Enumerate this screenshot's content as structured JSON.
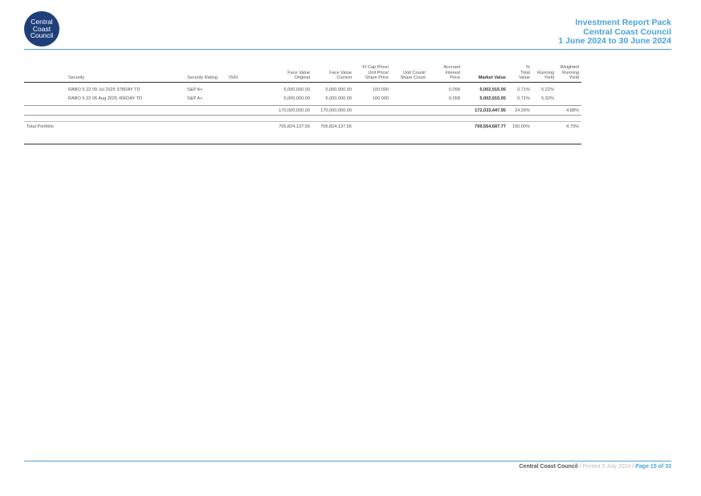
{
  "logo": {
    "line1": "Central",
    "line2": "Coast",
    "line3": "Council"
  },
  "header": {
    "title": "Investment Report Pack",
    "org": "Central Coast Council",
    "period": "1 June 2024 to 30 June 2024"
  },
  "table": {
    "columns": {
      "security": "Security",
      "rating": "Security Rating",
      "isin": "ISIN",
      "fv_original_1": "Face Value",
      "fv_original_2": "Original",
      "fv_current_1": "Face Value",
      "fv_current_2": "Current",
      "price_1": "FI Cap Price/",
      "price_2": "Unit Price/",
      "price_3": "Share Price",
      "units_1": "Unit Count/",
      "units_2": "Share Count",
      "accrued_1": "Accrued",
      "accrued_2": "Interest",
      "accrued_3": "Price",
      "market_value": "Market Value",
      "pct_1": "%",
      "pct_2": "Total",
      "pct_3": "Value",
      "running_1": "Running",
      "running_2": "Yield",
      "weighted_1": "Weighted",
      "weighted_2": "Running",
      "weighted_3": "Yield"
    },
    "rows": [
      {
        "security": "RABO 5.22 09 Jul 2025 378DAY TD",
        "rating": "S&P A+",
        "isin": "",
        "fv_original": "5,000,000.00",
        "fv_current": "5,000,000.00",
        "price": "100.000",
        "units": "",
        "accrued": "0.058",
        "market_value": "5,002,915.05",
        "pct": "0.71%",
        "running": "5.22%",
        "weighted": ""
      },
      {
        "security": "RABO 5.22 06 Aug 2025 406DAY TD",
        "rating": "S&P A+",
        "isin": "",
        "fv_original": "5,000,000.00",
        "fv_current": "5,000,000.00",
        "price": "100.000",
        "units": "",
        "accrued": "0.058",
        "market_value": "5,002,915.05",
        "pct": "0.71%",
        "running": "5.32%",
        "weighted": ""
      }
    ],
    "subtotal": {
      "fv_original": "170,000,000.00",
      "fv_current": "170,000,000.00",
      "market_value": "172,033,447.95",
      "pct": "24.26%",
      "weighted": "4.88%"
    },
    "total": {
      "label": "Total Portfolio",
      "fv_original": "705,824,137.56",
      "fv_current": "705,824,137.56",
      "market_value": "709,554,687.77",
      "pct": "100.00%",
      "weighted": "4.79%"
    }
  },
  "footer": {
    "org": "Central Coast Council",
    "sep": " / ",
    "printed": "Printed 5 July 2024",
    "sep2": " / ",
    "page": "Page 15 of 33"
  }
}
